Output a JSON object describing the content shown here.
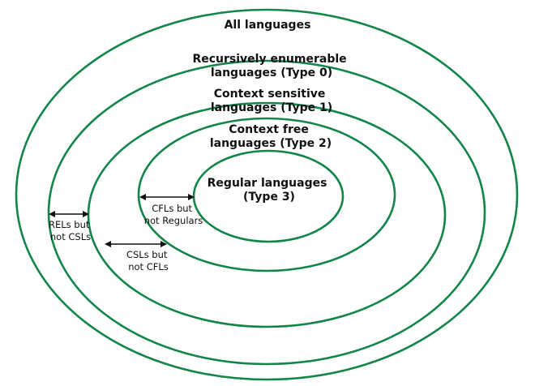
{
  "diagram": {
    "levels": [
      {
        "id": "all",
        "lines": [
          "All languages"
        ]
      },
      {
        "id": "re",
        "lines": [
          "Recursively enumerable",
          "languages (Type 0)"
        ]
      },
      {
        "id": "cs",
        "lines": [
          "Context sensitive",
          "languages (Type 1)"
        ]
      },
      {
        "id": "cf",
        "lines": [
          "Context free",
          "languages (Type 2)"
        ]
      },
      {
        "id": "reg",
        "lines": [
          "Regular languages",
          "(Type 3)"
        ]
      }
    ],
    "gaps": [
      {
        "id": "rel-not-csl",
        "lines": [
          "RELs but",
          "not CSLs"
        ]
      },
      {
        "id": "csl-not-cfl",
        "lines": [
          "CSLs but",
          "not CFLs"
        ]
      },
      {
        "id": "cfl-not-reg",
        "lines": [
          "CFLs but",
          "not Regulars"
        ]
      }
    ],
    "colors": {
      "ring": "#12864a",
      "text": "#111111"
    }
  }
}
